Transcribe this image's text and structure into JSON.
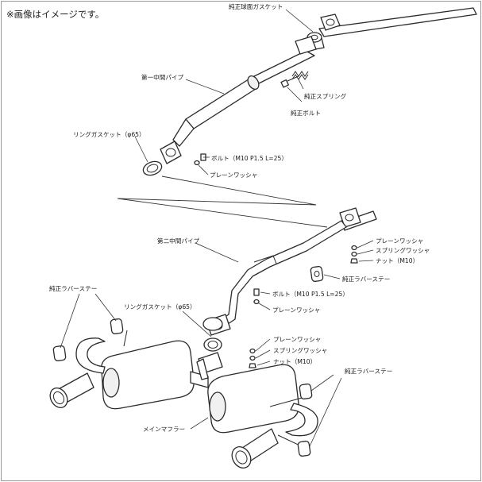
{
  "note": "※画像はイメージです。",
  "labels": {
    "oem_sphere_gasket": "純正球面ガスケット",
    "first_mid_pipe": "第一中間パイプ",
    "oem_spring": "純正スプリング",
    "oem_bolt": "純正ボルト",
    "ring_gasket_top": "リングガスケット（φ65）",
    "bolt_top": "ボルト（M10 P1.5 L=25）",
    "plain_washer_top": "プレーンワッシャ",
    "second_mid_pipe": "第二中間パイプ",
    "plain_washer_r1": "プレーンワッシャ",
    "spring_washer_r1": "スプリングワッシャ",
    "nut_r1": "ナット（M10）",
    "oem_rubber_stay_right_upper": "純正ラバーステー",
    "bolt_mid": "ボルト（M10 P1.5 L=25）",
    "plain_washer_mid": "プレーンワッシャ",
    "oem_rubber_stay_left": "純正ラバーステー",
    "ring_gasket_mid": "リングガスケット（φ65）",
    "plain_washer_lower": "プレーンワッシャ",
    "spring_washer_lower": "スプリングワッシャ",
    "nut_lower": "ナット（M10）",
    "oem_rubber_stay_right_lower": "純正ラバーステー",
    "main_muffler": "メインマフラー"
  },
  "colors": {
    "line": "#2b2b2b",
    "frame": "#9a9a9a",
    "text": "#1a1a1a"
  }
}
